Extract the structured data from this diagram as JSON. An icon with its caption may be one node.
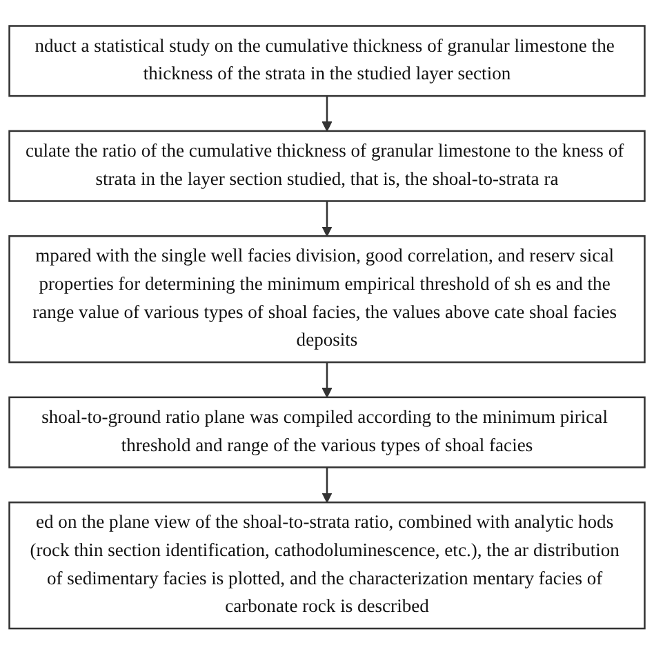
{
  "diagram": {
    "nodes": [
      {
        "text": [
          "nduct a statistical study on the cumulative thickness of granular limestone the thickness of the strata in the studied layer section"
        ]
      },
      {
        "text": [
          "culate the ratio of the cumulative thickness of granular limestone to the kness of strata in the layer section studied, that is, the shoal-to-strata ra"
        ]
      },
      {
        "text": [
          "mpared with the single well facies division, good correlation, and reserv sical properties for determining the minimum empirical threshold of sh es and the range value of various types of shoal facies, the values above cate shoal facies deposits"
        ]
      },
      {
        "text": [
          "shoal-to-ground ratio plane was compiled according to the minimum pirical threshold and range of the various types of shoal facies"
        ]
      },
      {
        "text": [
          "ed on the plane view of the shoal-to-strata ratio, combined with analytic hods (rock thin section identification, cathodoluminescence, etc.), the ar distribution of sedimentary facies is plotted, and the characterization mentary facies of carbonate rock is described"
        ]
      }
    ],
    "edges": [
      {
        "from": 0,
        "to": 1,
        "arrow": "to"
      },
      {
        "from": 1,
        "to": 2,
        "arrow": "to"
      },
      {
        "from": 2,
        "to": 3,
        "arrow": "to"
      },
      {
        "from": 3,
        "to": 4,
        "arrow": "to"
      }
    ]
  }
}
